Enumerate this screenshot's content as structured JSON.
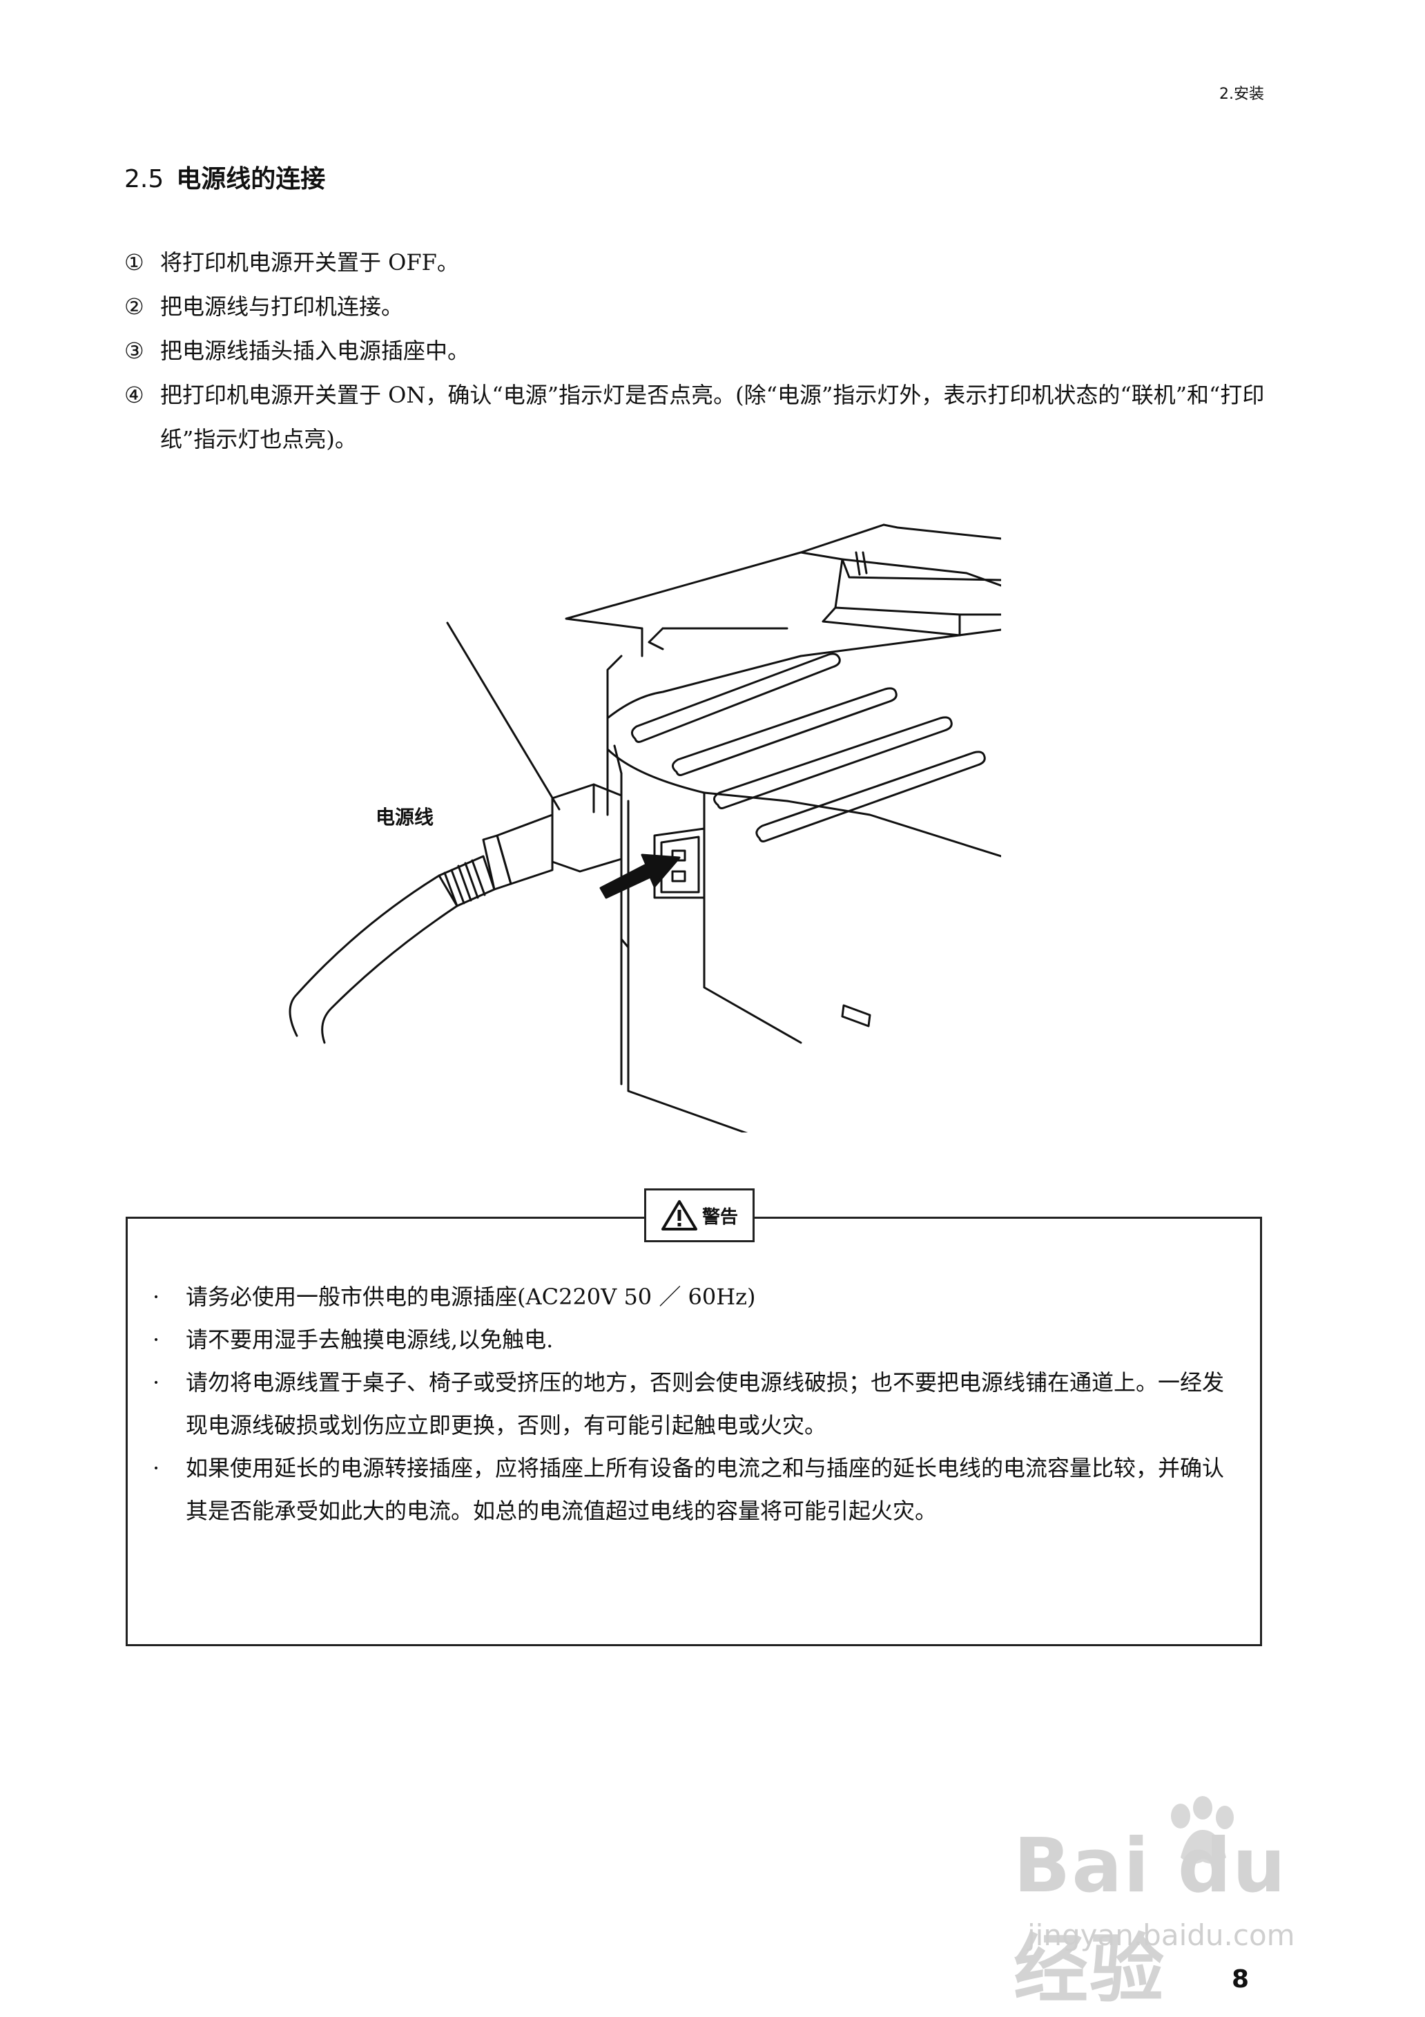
{
  "header": {
    "chapter": "2.安装"
  },
  "section": {
    "number": "2.5",
    "title": "电源线的连接"
  },
  "steps": [
    {
      "marker": "①",
      "text": "将打印机电源开关置于 OFF。"
    },
    {
      "marker": "②",
      "text": "把电源线与打印机连接。"
    },
    {
      "marker": "③",
      "text": "把电源线插头插入电源插座中。"
    },
    {
      "marker": "④",
      "text": "把打印机电源开关置于 ON，确认“电源”指示灯是否点亮。(除“电源”指示灯外，表示打印机状态的“联机”和“打印纸”指示灯也点亮)。"
    }
  ],
  "figure": {
    "callout": "电源线"
  },
  "warning": {
    "label": "警告",
    "items": [
      {
        "bullet": "·",
        "text": "请务必使用一般市供电的电源插座(AC220V 50 ／ 60Hz)"
      },
      {
        "bullet": "·",
        "text": "请不要用湿手去触摸电源线,以免触电."
      },
      {
        "bullet": "·",
        "text": "请勿将电源线置于桌子、椅子或受挤压的地方，否则会使电源线破损；也不要把电源线铺在通道上。一经发现电源线破损或划伤应立即更换，否则，有可能引起触电或火灾。"
      },
      {
        "bullet": "·",
        "text": "如果使用延长的电源转接插座，应将插座上所有设备的电流之和与插座的延长电线的电流容量比较，并确认其是否能承受如此大的电流。如总的电流值超过电线的容量将可能引起火灾。"
      }
    ]
  },
  "watermark": {
    "logo": "Bai du 经验",
    "url": "jingyan.baidu.com"
  },
  "page_number": "8"
}
